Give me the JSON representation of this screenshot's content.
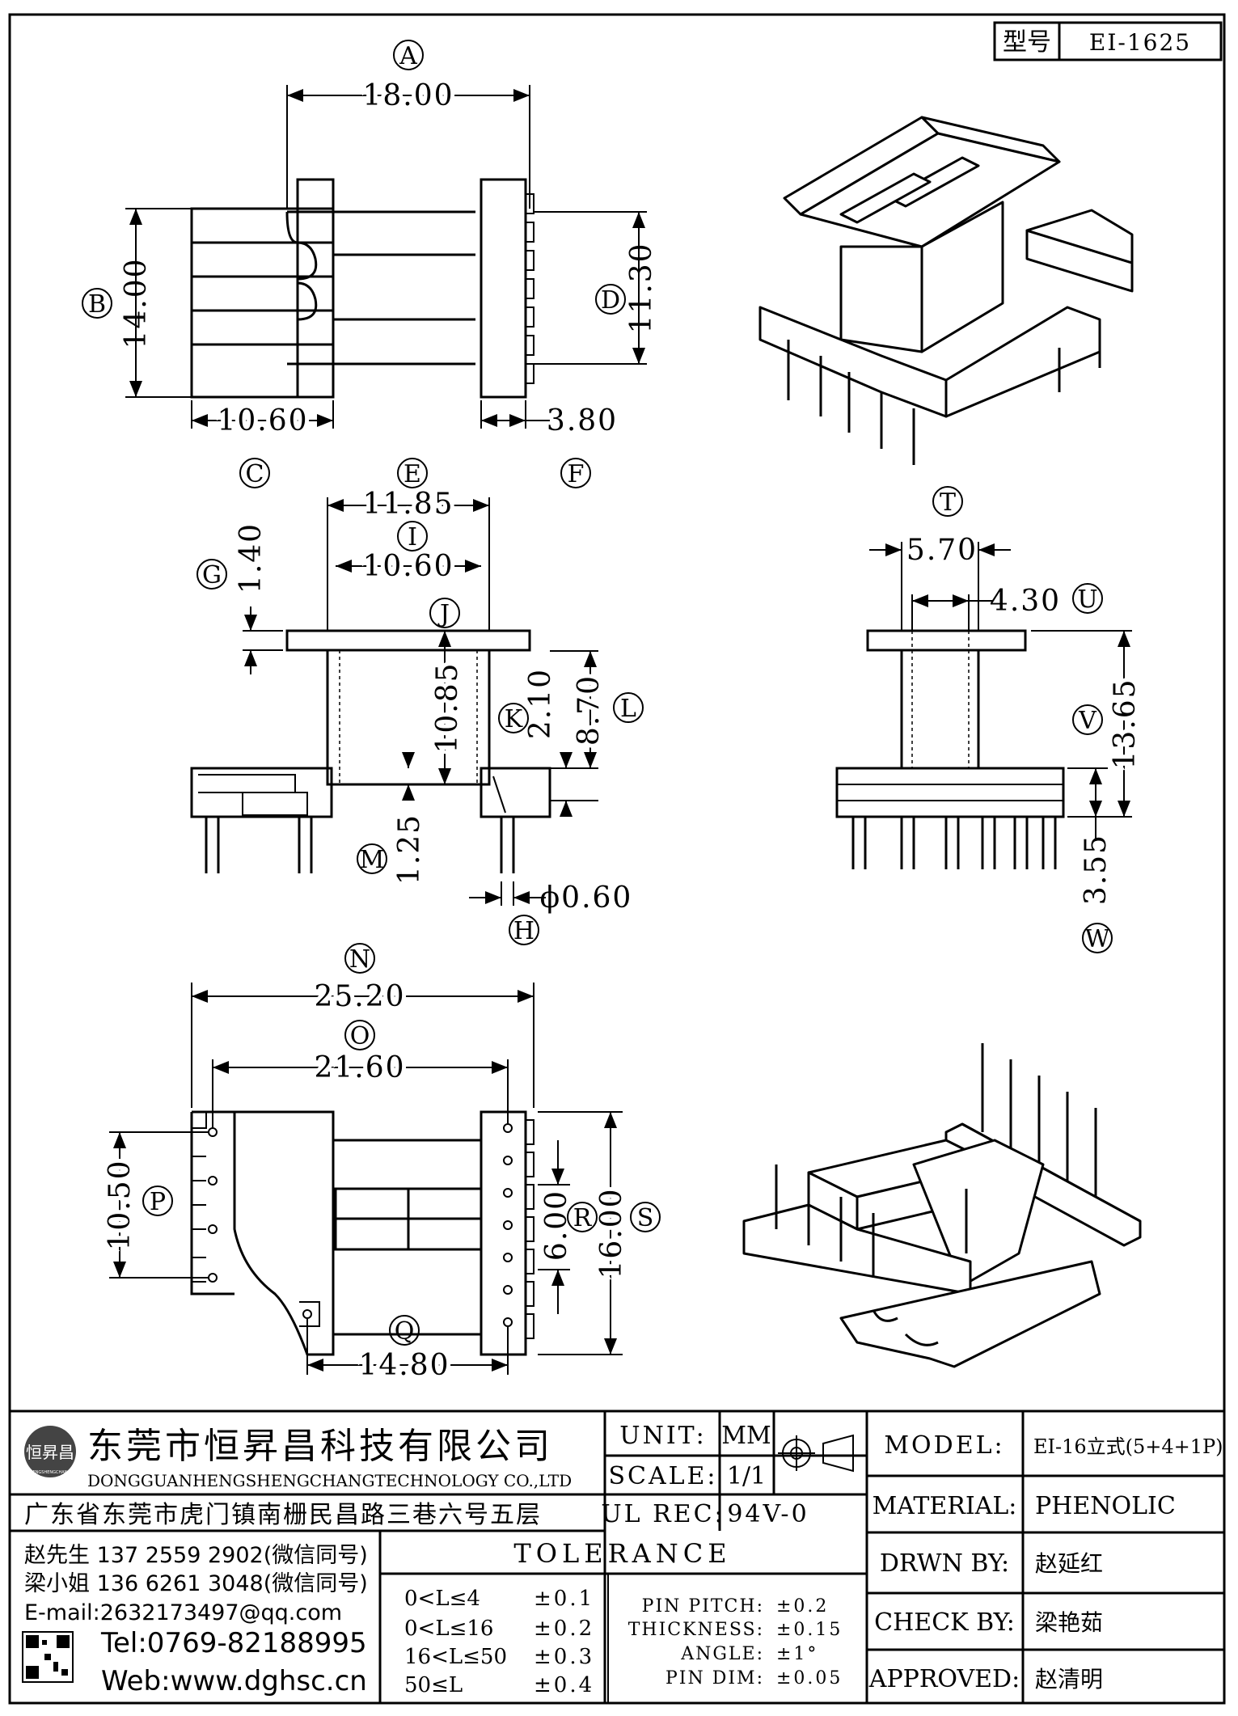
{
  "model_box": {
    "label": "型号",
    "value": "EI-1625"
  },
  "views": {
    "top": {
      "A": "18.00",
      "B": "14.00",
      "C": "10.60",
      "D": "11.30",
      "F": "3.80",
      "marks": [
        "A",
        "B",
        "C",
        "D",
        "E",
        "F"
      ]
    },
    "front": {
      "E": "11.85",
      "I": "10.60",
      "G": "1.40",
      "J": "10.85",
      "K": "2.10",
      "L": "8.70",
      "M": "1.25",
      "H": "ϕ0.60",
      "marks": [
        "E",
        "I",
        "G",
        "J",
        "K",
        "L",
        "M",
        "H"
      ]
    },
    "side": {
      "T": "5.70",
      "U": "4.30",
      "V": "13.65",
      "W": "3.55",
      "marks": [
        "T",
        "U",
        "V",
        "W"
      ]
    },
    "bottom": {
      "N": "25.20",
      "O": "21.60",
      "P": "10.50",
      "Q": "14.80",
      "R": "6.00",
      "S": "16.00",
      "marks": [
        "N",
        "O",
        "P",
        "Q",
        "R",
        "S"
      ]
    }
  },
  "company": {
    "logo_text": "恒昇昌",
    "logo_sub": "HENGSHENGCHANG",
    "name_cn": "东莞市恒昇昌科技有限公司",
    "name_en": "DONGGUANHENGSHENGCHANGTECHNOLOGY CO.,LTD",
    "address": "广东省东莞市虎门镇南栅民昌路三巷六号五层",
    "contact1": "赵先生 137 2559 2902(微信同号)",
    "contact2": "梁小姐 136 6261 3048(微信同号)",
    "email": "E-mail:2632173497@qq.com",
    "tel": "Tel:0769-82188995",
    "web": "Web:www.dghsc.cn"
  },
  "specs": {
    "unit_label": "UNIT:",
    "unit_value": "MM",
    "scale_label": "SCALE:",
    "scale_value": "1/1",
    "ulrec_label": "UL REC:",
    "ulrec_value": "94V-0"
  },
  "tolerance": {
    "title": "TOLERANCE",
    "rows": [
      {
        "range": "0<L≤4",
        "tol": "±0.1"
      },
      {
        "range": "0<L≤16",
        "tol": "±0.2"
      },
      {
        "range": "16<L≤50",
        "tol": "±0.3"
      },
      {
        "range": "50≤L",
        "tol": "±0.4"
      }
    ],
    "extra": [
      {
        "label": "PIN PITCH:",
        "value": "±0.2"
      },
      {
        "label": "THICKNESS:",
        "value": "±0.15"
      },
      {
        "label": "ANGLE:",
        "value": "±1°"
      },
      {
        "label": "PIN DIM:",
        "value": "±0.05"
      }
    ]
  },
  "info": {
    "model_label": "MODEL:",
    "model_value": "EI-16立式(5+4+1P)",
    "material_label": "MATERIAL:",
    "material_value": "PHENOLIC",
    "drawn_label": "DRWN BY:",
    "drawn_value": "赵延红",
    "check_label": "CHECK BY:",
    "check_value": "梁艳茹",
    "approved_label": "APPROVED:",
    "approved_value": "赵清明"
  }
}
